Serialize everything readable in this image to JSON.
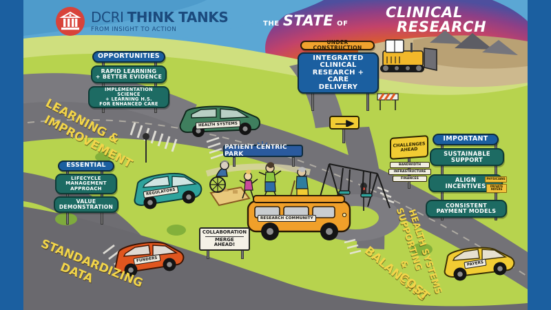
{
  "header": {
    "brand_name": "DCRI",
    "brand_name_bold": "THINK TANKS",
    "tagline": "FROM INSIGHT TO ACTION",
    "logo_icon": "bank-building-icon",
    "title_the": "THE",
    "title_state": "STATE",
    "title_of": "OF",
    "title_main_line1": "CLINICAL",
    "title_main_line2": "RESEARCH"
  },
  "colors": {
    "frame_blue": "#1b5fa0",
    "brand_red": "#d8433a",
    "brand_navy": "#1b4a7d",
    "sign_green": "#1d6b63",
    "sign_blue": "#1b5fa0",
    "sign_orange": "#f0a22e",
    "road_gray": "#737277",
    "grass_green": "#b7d34e",
    "road_text_yellow": "#f2d54a",
    "sunset_orange": "#ef8b22",
    "sky_blue": "#5ba7d4"
  },
  "signposts": [
    {
      "id": "opportunities",
      "header": "OPPORTUNITIES",
      "items": [
        "RAPID LEARNING\n+ BETTER EVIDENCE",
        "IMPLEMENTATION SCIENCE\n+ LEARNING H.S.\nFOR ENHANCED CARE"
      ]
    },
    {
      "id": "essential",
      "header": "ESSENTIAL",
      "items": [
        "LIFECYCLE\nMANAGEMENT\nAPPROACH",
        "VALUE\nDEMONSTRATION"
      ]
    },
    {
      "id": "important",
      "header": "IMPORTANT",
      "items": [
        "SUSTAINABLE\nSUPPORT",
        "ALIGN\nINCENTIVES",
        "CONSISTENT\nPAYMENT MODELS"
      ]
    }
  ],
  "construction_sign": {
    "banner": "UNDER CONSTRUCTION",
    "body_line1": "INTEGRATED",
    "body_line2": "CLINICAL",
    "body_line3": "RESEARCH + CARE",
    "body_line4": "DELIVERY"
  },
  "challenges_sign": {
    "title_line1": "CHALLENGES",
    "title_line2": "AHEAD",
    "items": [
      "BANDWIDTH",
      "INFRASTRUCTURE",
      "FINANCES"
    ]
  },
  "sticky_notes": [
    {
      "id": "physicians",
      "text": "PHYSICIANS"
    },
    {
      "id": "private-payers",
      "text": "PRIVATE\nPAYERS"
    }
  ],
  "park_sign": {
    "label": "PATIENT CENTRIC PARK",
    "icon": "sun-icon"
  },
  "merge_sign": {
    "line1": "COLLABORATION",
    "line2": "MERGE",
    "line3": "AHEAD!"
  },
  "detour_sign": {
    "icon": "right-arrow-icon",
    "label": "detour arrow"
  },
  "vehicles": [
    {
      "id": "health-systems",
      "label": "HEALTH SYSTEMS",
      "color": "#3f7f5e"
    },
    {
      "id": "regulators",
      "label": "REGULATORS",
      "color": "#2fa39c"
    },
    {
      "id": "research-community",
      "label": "RESEARCH COMMUNITY",
      "color": "#f0a02a"
    },
    {
      "id": "funders",
      "label": "FUNDERS",
      "color": "#e0561f"
    },
    {
      "id": "payers",
      "label": "PAYERS",
      "color": "#f2cc33"
    },
    {
      "id": "bulldozer",
      "label": "",
      "color": "#f2b82a"
    }
  ],
  "road_labels": [
    {
      "id": "learning-improvement",
      "text": "LEARNING &"
    },
    {
      "id": "learning-improvement-2",
      "text": "IMPROVEMENT"
    },
    {
      "id": "standardizing",
      "text": "STANDARDIZING"
    },
    {
      "id": "data",
      "text": "DATA"
    },
    {
      "id": "supporting",
      "text": "SUPPORTING"
    },
    {
      "id": "health-systems-road",
      "text": "HEALTH SYSTEMS"
    },
    {
      "id": "amp",
      "text": "&"
    },
    {
      "id": "balancing",
      "text": "BALANCING"
    },
    {
      "id": "cost",
      "text": "COST"
    }
  ],
  "park_figures": [
    {
      "id": "wheelchair-user",
      "name": "person-in-wheelchair"
    },
    {
      "id": "child-running",
      "name": "child-figure"
    },
    {
      "id": "adult-running",
      "name": "adult-figure"
    },
    {
      "id": "elder-with-cane",
      "name": "elder-figure"
    },
    {
      "id": "sandbox",
      "name": "sandbox"
    },
    {
      "id": "swing-set",
      "name": "swing-set"
    }
  ]
}
